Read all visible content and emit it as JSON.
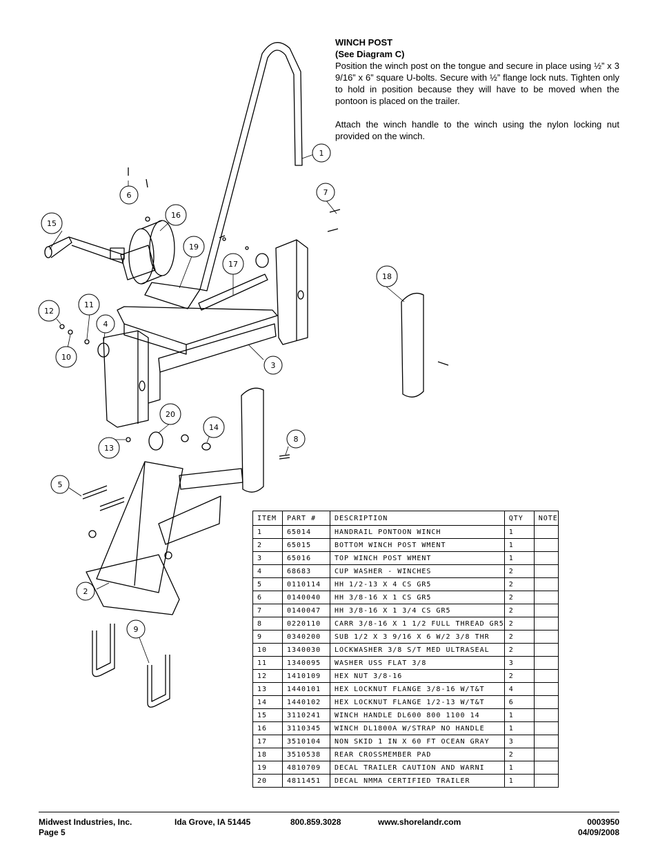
{
  "instructions": {
    "heading": "WINCH POST",
    "subheading": "(See Diagram C)",
    "paragraph1": "Position the winch post on the tongue and secure in place using ½” x 3 9/16” x 6” square U-bolts. Secure with ½” flange lock nuts. Tighten only to hold in position because they will have to be moved when the pontoon is placed on the trailer.",
    "paragraph2": "Attach the winch handle to the winch using the nylon locking nut provided on the winch."
  },
  "callouts": [
    "1",
    "2",
    "3",
    "4",
    "5",
    "6",
    "7",
    "8",
    "9",
    "10",
    "11",
    "12",
    "13",
    "14",
    "15",
    "16",
    "17",
    "18",
    "19",
    "20"
  ],
  "parts_table": {
    "headers": [
      "ITEM",
      "PART #",
      "DESCRIPTION",
      "QTY",
      "NOTE"
    ],
    "rows": [
      {
        "item": "1",
        "part": "65014",
        "desc": "HANDRAIL PONTOON WINCH",
        "qty": "1",
        "note": ""
      },
      {
        "item": "2",
        "part": "65015",
        "desc": "BOTTOM WINCH POST WMENT",
        "qty": "1",
        "note": ""
      },
      {
        "item": "3",
        "part": "65016",
        "desc": "TOP WINCH POST WMENT",
        "qty": "1",
        "note": ""
      },
      {
        "item": "4",
        "part": "68683",
        "desc": "CUP WASHER - WINCHES",
        "qty": "2",
        "note": ""
      },
      {
        "item": "5",
        "part": "0110114",
        "desc": "HH 1/2-13 X 4 CS GR5",
        "qty": "2",
        "note": ""
      },
      {
        "item": "6",
        "part": "0140040",
        "desc": "HH 3/8-16 X 1 CS GR5",
        "qty": "2",
        "note": ""
      },
      {
        "item": "7",
        "part": "0140047",
        "desc": "HH 3/8-16 X 1 3/4 CS GR5",
        "qty": "2",
        "note": ""
      },
      {
        "item": "8",
        "part": "0220110",
        "desc": "CARR 3/8-16 X 1 1/2 FULL THREAD GR5",
        "qty": "2",
        "note": ""
      },
      {
        "item": "9",
        "part": "0340200",
        "desc": "SUB 1/2 X 3 9/16 X 6 W/2 3/8 THR",
        "qty": "2",
        "note": ""
      },
      {
        "item": "10",
        "part": "1340030",
        "desc": "LOCKWASHER 3/8 S/T MED ULTRASEAL",
        "qty": "2",
        "note": ""
      },
      {
        "item": "11",
        "part": "1340095",
        "desc": "WASHER USS FLAT 3/8",
        "qty": "3",
        "note": ""
      },
      {
        "item": "12",
        "part": "1410109",
        "desc": "HEX NUT 3/8-16",
        "qty": "2",
        "note": ""
      },
      {
        "item": "13",
        "part": "1440101",
        "desc": "HEX LOCKNUT FLANGE 3/8-16 W/T&T",
        "qty": "4",
        "note": ""
      },
      {
        "item": "14",
        "part": "1440102",
        "desc": "HEX LOCKNUT FLANGE 1/2-13 W/T&T",
        "qty": "6",
        "note": ""
      },
      {
        "item": "15",
        "part": "3110241",
        "desc": "WINCH HANDLE   DL600 800 1100 14",
        "qty": "1",
        "note": ""
      },
      {
        "item": "16",
        "part": "3110345",
        "desc": "WINCH DL1800A W/STRAP  NO HANDLE",
        "qty": "1",
        "note": ""
      },
      {
        "item": "17",
        "part": "3510104",
        "desc": "NON SKID 1 IN X 60 FT OCEAN GRAY",
        "qty": "3",
        "note": ""
      },
      {
        "item": "18",
        "part": "3510538",
        "desc": "REAR CROSSMEMBER PAD",
        "qty": "2",
        "note": ""
      },
      {
        "item": "19",
        "part": "4810709",
        "desc": "DECAL TRAILER CAUTION AND WARNI",
        "qty": "1",
        "note": ""
      },
      {
        "item": "20",
        "part": "4811451",
        "desc": " DECAL NMMA CERTIFIED TRAILER",
        "qty": "1",
        "note": ""
      }
    ]
  },
  "footer": {
    "company": "Midwest Industries, Inc.",
    "page": "Page 5",
    "location": "Ida Grove, IA  51445",
    "phone": "800.859.3028",
    "website": "www.shorelandr.com",
    "doc_number": "0003950",
    "date": "04/09/2008"
  }
}
